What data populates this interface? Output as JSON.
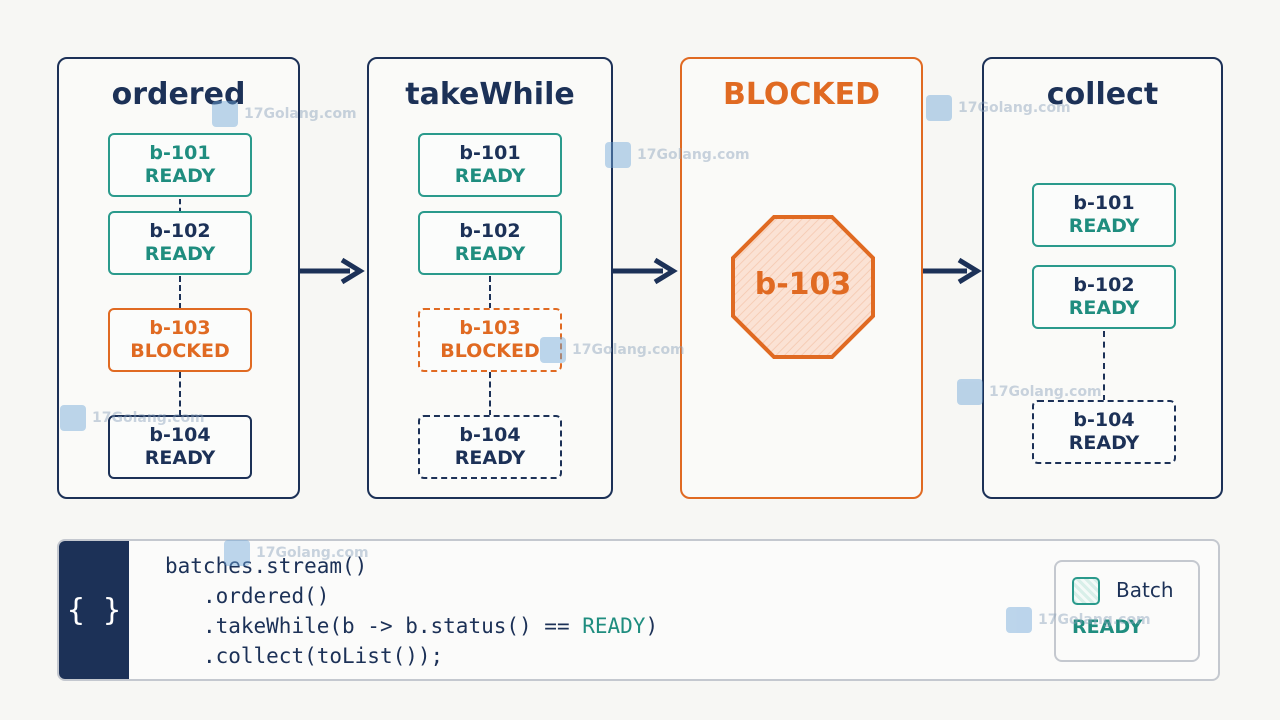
{
  "panels": {
    "ordered": {
      "title": "ordered",
      "cards": [
        {
          "id": "b-101",
          "status": "READY"
        },
        {
          "id": "b-102",
          "status": "READY"
        },
        {
          "id": "b-103",
          "status": "BLOCKED"
        },
        {
          "id": "b-104",
          "status": "READY"
        }
      ]
    },
    "take_while": {
      "title": "takeWhile",
      "cards": [
        {
          "id": "b-101",
          "status": "READY"
        },
        {
          "id": "b-102",
          "status": "READY"
        },
        {
          "id": "b-103",
          "status": "BLOCKED"
        },
        {
          "id": "b-104",
          "status": "READY"
        }
      ]
    },
    "blocked": {
      "title": "BLOCKED",
      "stop_label": "b-103"
    },
    "collect": {
      "title": "collect",
      "cards": [
        {
          "id": "b-101",
          "status": "READY"
        },
        {
          "id": "b-102",
          "status": "READY"
        },
        {
          "id": "b-104",
          "status": "READY"
        }
      ]
    }
  },
  "code": {
    "line1": "batches.stream()",
    "line2": ".ordered()",
    "line3_pre": ".takeWhile(b -> b.status() == ",
    "line3_kw": "READY",
    "line3_post": ")",
    "line4": ".collect(toList());",
    "icon": "{ }"
  },
  "legend": {
    "label": "Batch",
    "status": "READY"
  },
  "watermark": "17Golang.com",
  "colors": {
    "navy": "#1c3157",
    "teal": "#2a9a8c",
    "orange": "#e06a22"
  }
}
